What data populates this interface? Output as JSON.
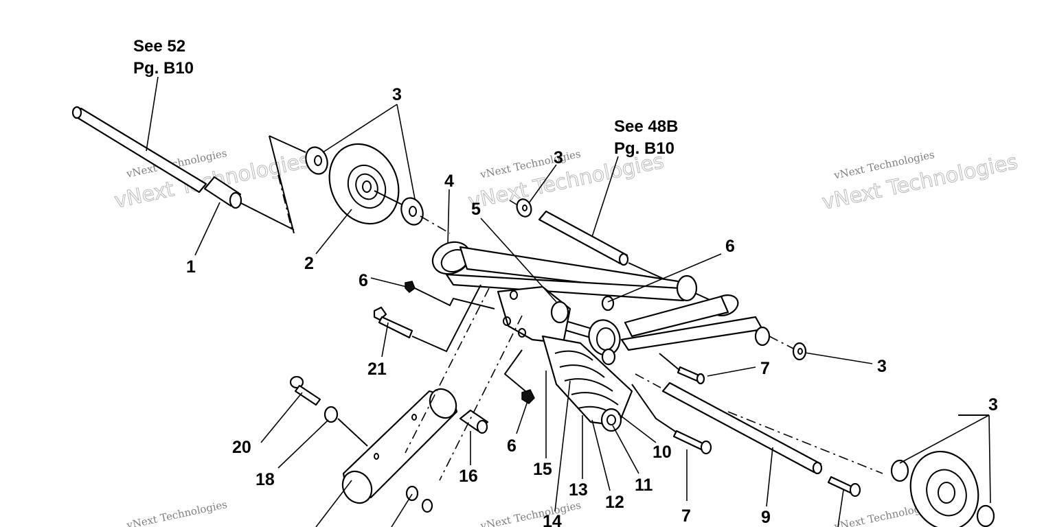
{
  "diagram": {
    "notes": [
      {
        "line1": "See 52",
        "line2": "Pg. B10"
      },
      {
        "line1": "See 48B",
        "line2": "Pg. B10"
      }
    ],
    "callouts": [
      "1",
      "2",
      "3",
      "3",
      "3",
      "3",
      "4",
      "5",
      "6",
      "6",
      "6",
      "7",
      "7",
      "9",
      "10",
      "11",
      "12",
      "13",
      "14",
      "15",
      "16",
      "18",
      "20",
      "21"
    ],
    "watermark": {
      "line1": "vNext Technologies",
      "line2": "vNext Technologies"
    }
  }
}
